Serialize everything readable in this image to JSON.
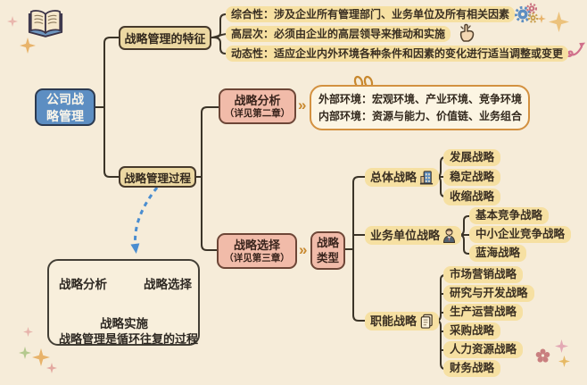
{
  "page": {
    "background": "#f6ecd9"
  },
  "colors": {
    "accent_blue": "#5d8ec2",
    "node_tan": "#ecd8a2",
    "highlight_yellow": "#f6e0a2",
    "node_salmon": "#f1bba9",
    "env_outline_orange": "#d39140",
    "wire_dark": "#3b3428",
    "cycle_arrow_blue": "#5c88b5",
    "dashed_arrow_blue": "#4a8dd0"
  },
  "root": {
    "label": "公司战略管理"
  },
  "features": {
    "label": "战略管理的特征",
    "items": [
      {
        "text": "综合性：涉及企业所有管理部门、业务单位及所有相关因素",
        "icon": "gears-icon"
      },
      {
        "text": "高层次：必须由企业的高层领导来推动和实施",
        "icon": "pointing-hand-icon"
      },
      {
        "text": "动态性：适应企业内外环境各种条件和因素的变化进行适当调整或变更",
        "icon": "curly-arrow-icon"
      }
    ]
  },
  "process": {
    "label": "战略管理过程",
    "analysis": {
      "title": "战略分析",
      "subtitle": "（详见第二章）",
      "chevron": "»",
      "environment": {
        "icon": "paperclip-icon",
        "line1": "外部环境：宏观环境、产业环境、竞争环境",
        "line2": "内部环境：资源与能力、价值链、业务组合"
      }
    },
    "choice": {
      "title": "战略选择",
      "subtitle": "（详见第三章）",
      "chevron": "»",
      "type_label": "战略类型"
    }
  },
  "types": [
    {
      "label": "总体战略",
      "icon": "building-icon",
      "children": [
        "发展战略",
        "稳定战略",
        "收缩战略"
      ]
    },
    {
      "label": "业务单位战略",
      "icon": "businessman-icon",
      "children": [
        "基本竞争战略",
        "中小企业竞争战略",
        "蓝海战略"
      ]
    },
    {
      "label": "职能战略",
      "icon": "document-icon",
      "children": [
        "市场营销战略",
        "研究与开发战略",
        "生产运营战略",
        "采购战略",
        "人力资源战略",
        "财务战略"
      ]
    }
  ],
  "cycle": {
    "node1": "战略分析",
    "node2": "战略选择",
    "node3": "战略实施",
    "caption": "战略管理是循环往复的过程"
  },
  "decorations": {
    "top_left_icon": "open-book-icon",
    "sparkle_icon": "four-point-star-icon",
    "bottom_right_icon": "flower-icon"
  }
}
